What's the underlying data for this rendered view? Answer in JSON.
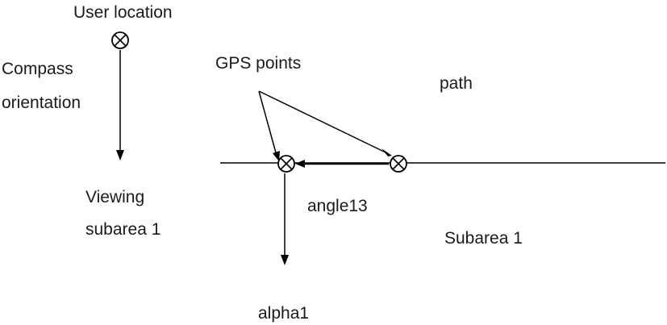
{
  "labels": {
    "user_location": "User location",
    "compass_line1": "Compass",
    "compass_line2": "orientation",
    "gps_points": "GPS points",
    "path": "path",
    "viewing_line1": "Viewing",
    "viewing_line2": "subarea 1",
    "angle": "angle13",
    "subarea": "Subarea 1",
    "alpha": "alpha1"
  },
  "icons": {
    "location_marker": "circled-x-icon"
  }
}
